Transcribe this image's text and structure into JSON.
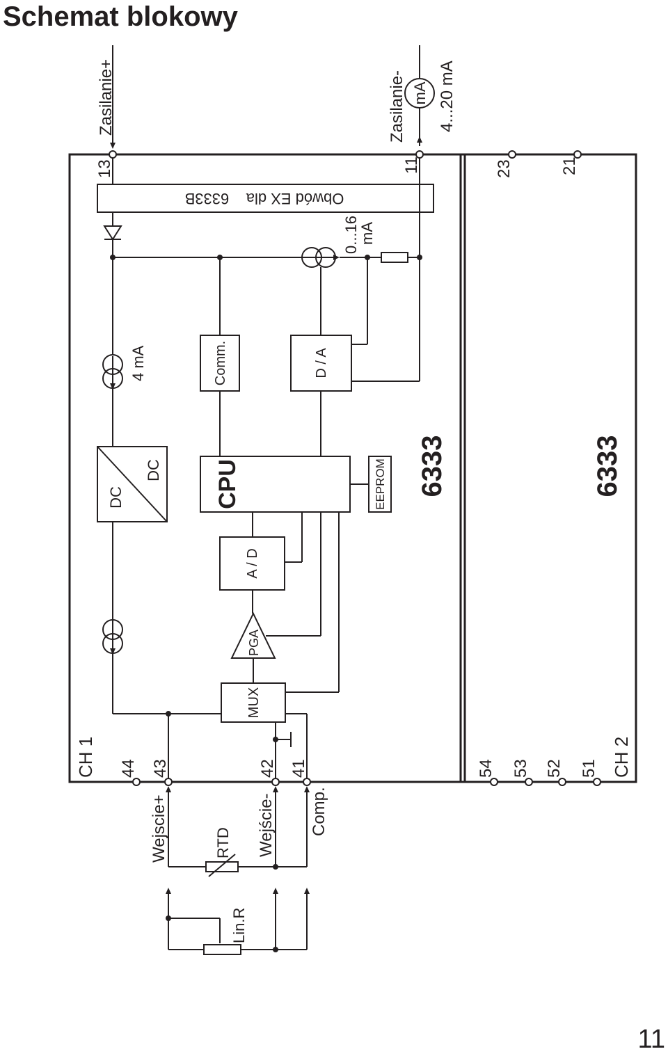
{
  "page": {
    "title": "Schemat blokowy",
    "page_number": "11"
  },
  "labels": {
    "supply_plus": "Zasilanie+",
    "supply_minus": "Zasilanie-",
    "ma_meter": "mA",
    "loop_range": "4...20 mA",
    "ex_circuit": "Obwód EX dla    6333B",
    "range_016": "0...16",
    "range_016_unit": "mA",
    "current_4ma": "4 mA",
    "comm": "Comm.",
    "da": "D / A",
    "dc_in": "DC",
    "dc_out": "DC",
    "cpu": "CPU",
    "eeprom": "EEPROM",
    "model_ch1": "6333",
    "model_ch2": "6333",
    "ad": "A / D",
    "pga": "PGA",
    "mux": "MUX",
    "ch1": "CH 1",
    "ch2": "CH 2",
    "input_plus": "Wejscie+",
    "input_minus": "Wejście-",
    "comp": "Comp.",
    "rtd": "RTD",
    "lin_r": "Lin.R"
  },
  "terminals": {
    "t13": "13",
    "t11": "11",
    "t23": "23",
    "t21": "21",
    "t44": "44",
    "t43": "43",
    "t42": "42",
    "t41": "41",
    "t54": "54",
    "t53": "53",
    "t52": "52",
    "t51": "51"
  }
}
